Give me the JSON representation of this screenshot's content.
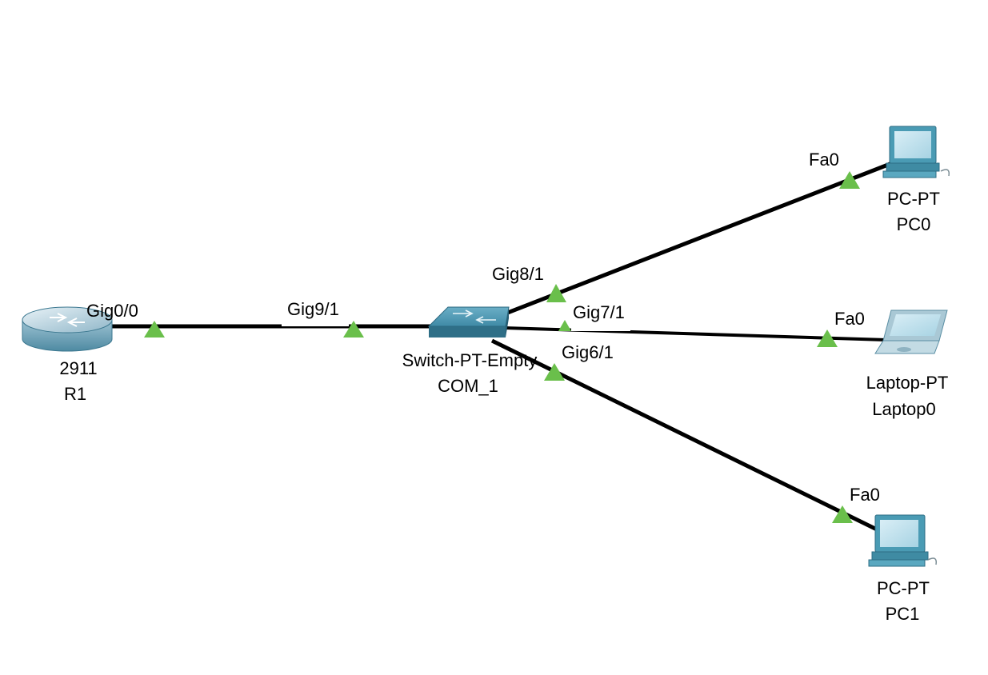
{
  "colors": {
    "background": "#ffffff",
    "link": "#000000",
    "port_up": "#6abf4b",
    "device": "#4a9bb4"
  },
  "devices": [
    {
      "id": "r1",
      "kind": "router",
      "icon": "router-icon",
      "model": "2911",
      "name": "R1"
    },
    {
      "id": "com1",
      "kind": "switch",
      "icon": "switch-icon",
      "model": "Switch-PT-Empty",
      "name": "COM_1"
    },
    {
      "id": "pc0",
      "kind": "pc",
      "icon": "pc-icon",
      "model": "PC-PT",
      "name": "PC0"
    },
    {
      "id": "laptop0",
      "kind": "laptop",
      "icon": "laptop-icon",
      "model": "Laptop-PT",
      "name": "Laptop0"
    },
    {
      "id": "pc1",
      "kind": "pc",
      "icon": "pc-icon",
      "model": "PC-PT",
      "name": "PC1"
    }
  ],
  "links": [
    {
      "id": "r1-com1",
      "a": "r1",
      "a_port": "Gig0/0",
      "b": "com1",
      "b_port": "Gig9/1",
      "status": "up"
    },
    {
      "id": "com1-pc0",
      "a": "com1",
      "a_port": "Gig8/1",
      "b": "pc0",
      "b_port": "Fa0",
      "status": "up"
    },
    {
      "id": "com1-laptop0",
      "a": "com1",
      "a_port": "Gig7/1",
      "b": "laptop0",
      "b_port": "Fa0",
      "status": "up"
    },
    {
      "id": "com1-pc1",
      "a": "com1",
      "a_port": "Gig6/1",
      "b": "pc1",
      "b_port": "Fa0",
      "status": "up"
    }
  ]
}
